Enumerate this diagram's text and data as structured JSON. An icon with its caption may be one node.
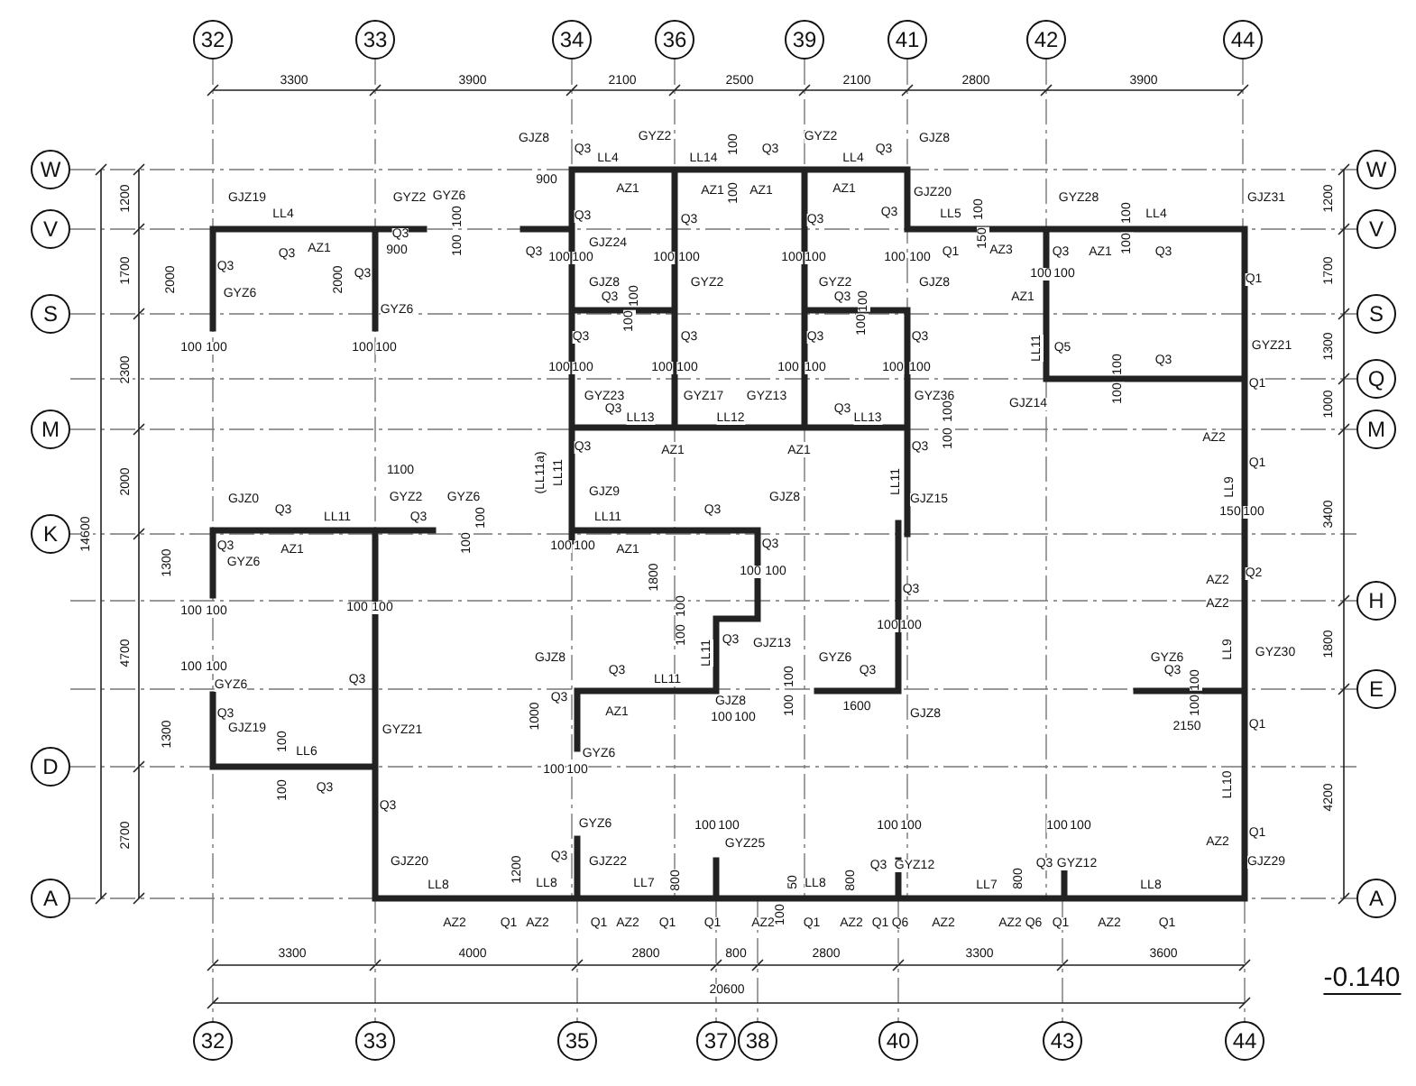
{
  "diagram": {
    "labels": [
      "32",
      "33",
      "34",
      "36",
      "39",
      "41",
      "42",
      "44",
      "3300",
      "3900",
      "2100",
      "2500",
      "2100",
      "2800",
      "3900",
      "W",
      "V",
      "S",
      "M",
      "K",
      "D",
      "A",
      "W",
      "V",
      "S",
      "Q",
      "M",
      "H",
      "E",
      "A",
      "1200",
      "1700",
      "2300",
      "2000",
      "4700",
      "2700",
      "14600",
      "1200",
      "1700",
      "1300",
      "1000",
      "3400",
      "1800",
      "4200",
      "GJZ19",
      "LL4",
      "Q3",
      "AZ1",
      "GYZ2",
      "GYZ6",
      "100",
      "100",
      "Q3",
      "900",
      "2000",
      "Q3",
      "GYZ6",
      "2000",
      "Q3",
      "GYZ6",
      "100",
      "100",
      "100",
      "100",
      "1100",
      "GJZ0",
      "Q3",
      "LL11",
      "GYZ2",
      "Q3",
      "GYZ6",
      "100",
      "100",
      "1300",
      "Q3",
      "GYZ6",
      "AZ1",
      "100",
      "100",
      "100",
      "100",
      "100",
      "100",
      "GYZ6",
      "Q3",
      "Q3",
      "GJZ19",
      "1300",
      "100",
      "LL6",
      "GYZ21",
      "100",
      "Q3",
      "Q3",
      "GJZ20",
      "LL8",
      "GJZ8",
      "Q3",
      "LL4",
      "GYZ2",
      "LL14",
      "100",
      "Q3",
      "GYZ2",
      "LL4",
      "Q3",
      "GJZ8",
      "900",
      "AZ1",
      "AZ1",
      "100",
      "AZ1",
      "AZ1",
      "GJZ20",
      "Q3",
      "Q3",
      "Q3",
      "Q3",
      "LL5",
      "100",
      "GYZ28",
      "100",
      "LL4",
      "GJZ31",
      "Q3",
      "100",
      "100",
      "GJZ24",
      "100",
      "100",
      "100",
      "100",
      "100",
      "100",
      "Q1",
      "150",
      "AZ3",
      "Q3",
      "AZ1",
      "100",
      "Q3",
      "GJZ8",
      "GYZ2",
      "GYZ2",
      "GJZ8",
      "100",
      "100",
      "Q1",
      "Q3",
      "100",
      "Q3",
      "100",
      "AZ1",
      "100",
      "100",
      "Q3",
      "Q3",
      "Q3",
      "Q3",
      "LL11",
      "Q5",
      "100",
      "Q3",
      "GYZ21",
      "100",
      "100",
      "100",
      "100",
      "100",
      "100",
      "100",
      "100",
      "Q1",
      "100",
      "GYZ23",
      "GYZ17",
      "GYZ13",
      "GYZ36",
      "GJZ14",
      "Q3",
      "LL13",
      "LL12",
      "Q3",
      "LL13",
      "100",
      "100",
      "AZ2",
      "(LL11a)",
      "LL11",
      "Q3",
      "AZ1",
      "AZ1",
      "Q3",
      "Q1",
      "LL11",
      "LL9",
      "GJZ9",
      "GJZ8",
      "GJZ15",
      "150",
      "100",
      "LL11",
      "Q3",
      "100",
      "100",
      "AZ1",
      "Q3",
      "Q3",
      "100",
      "100",
      "1800",
      "Q2",
      "AZ2",
      "AZ2",
      "100",
      "100",
      "100",
      "100",
      "Q3",
      "GJZ13",
      "LL11",
      "LL9",
      "GJZ8",
      "GYZ6",
      "GYZ6",
      "GYZ30",
      "Q3",
      "Q3",
      "Q3",
      "LL11",
      "100",
      "100",
      "100",
      "100",
      "Q3",
      "GJZ8",
      "1600",
      "AZ1",
      "GJZ8",
      "1000",
      "100",
      "100",
      "2150",
      "Q1",
      "GYZ6",
      "100",
      "100",
      "LL10",
      "GYZ6",
      "100",
      "100",
      "GYZ25",
      "100",
      "100",
      "100",
      "100",
      "AZ2",
      "Q1",
      "Q3",
      "GJZ22",
      "Q3",
      "GYZ12",
      "Q3",
      "GYZ12",
      "GJZ29",
      "1200",
      "800",
      "800",
      "800",
      "LL8",
      "LL7",
      "50",
      "100",
      "LL8",
      "LL7",
      "LL8",
      "AZ2",
      "Q1",
      "AZ2",
      "Q1",
      "AZ2",
      "Q1",
      "Q1",
      "AZ2",
      "Q1",
      "AZ2",
      "Q1",
      "Q6",
      "AZ2",
      "AZ2",
      "Q6",
      "Q1",
      "AZ2",
      "Q1",
      "3300",
      "4000",
      "2800",
      "800",
      "2800",
      "3300",
      "3600",
      "20600",
      "32",
      "33",
      "35",
      "37",
      "38",
      "40",
      "43",
      "44",
      "-0.140"
    ]
  }
}
